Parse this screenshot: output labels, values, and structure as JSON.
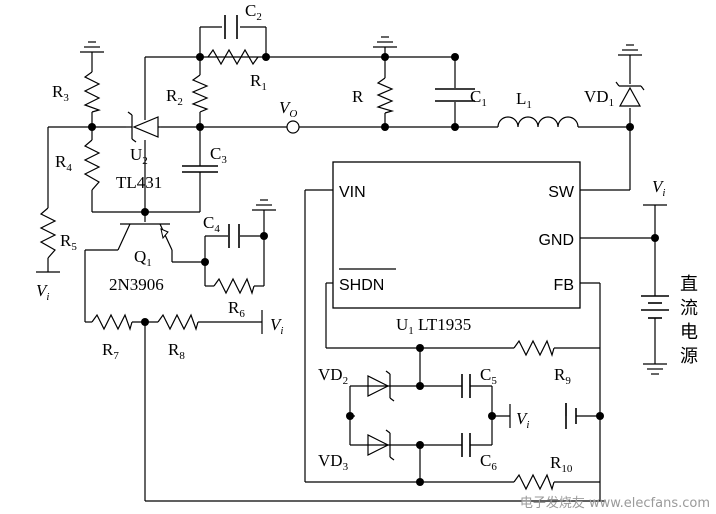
{
  "schematic": {
    "ic_name": "U",
    "ic_sub": "1",
    "ic_part": "LT1935",
    "pins": {
      "vin": "VIN",
      "sw": "SW",
      "gnd": "GND",
      "shdn": "SHDN",
      "fb": "FB"
    },
    "labels": {
      "r1": [
        "R",
        "1"
      ],
      "r2": [
        "R",
        "2"
      ],
      "r3": [
        "R",
        "3"
      ],
      "r4": [
        "R",
        "4"
      ],
      "r5": [
        "R",
        "5"
      ],
      "r6": [
        "R",
        "6"
      ],
      "r7": [
        "R",
        "7"
      ],
      "r8": [
        "R",
        "8"
      ],
      "r9": [
        "R",
        "9"
      ],
      "r10": [
        "R",
        "10"
      ],
      "r": "R",
      "c1": [
        "C",
        "1"
      ],
      "c2": [
        "C",
        "2"
      ],
      "c3": [
        "C",
        "3"
      ],
      "c4": [
        "C",
        "4"
      ],
      "c5": [
        "C",
        "5"
      ],
      "c6": [
        "C",
        "6"
      ],
      "l1": [
        "L",
        "1"
      ],
      "vd1": [
        "VD",
        "1"
      ],
      "vd2": [
        "VD",
        "2"
      ],
      "vd3": [
        "VD",
        "3"
      ],
      "u2": [
        "U",
        "2"
      ],
      "u2_part": "TL431",
      "q1": [
        "Q",
        "1"
      ],
      "q1_part": "2N3906",
      "vo": [
        "V",
        "O"
      ],
      "vi": [
        "V",
        "i"
      ],
      "dc_source": [
        "直",
        "流",
        "电",
        "源"
      ]
    },
    "watermark": "电子发烧友 www.elecfans.com"
  }
}
